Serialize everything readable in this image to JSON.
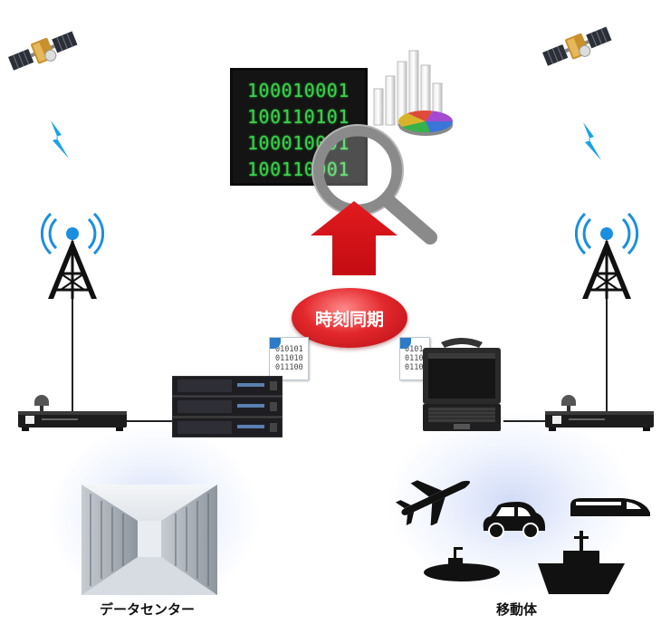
{
  "labels": {
    "time_sync": "時刻同期",
    "data_center": "データセンター",
    "mobile": "移動体"
  },
  "binary_display": {
    "lines": [
      "100010001",
      "100110101",
      "100010001",
      "100110001"
    ]
  },
  "data_documents": {
    "left": [
      "010101",
      "011010",
      "011100"
    ],
    "right": [
      "0101",
      "0110",
      "0110"
    ]
  },
  "colors": {
    "sync_red": "#e3282c",
    "binary_green": "#39d24a",
    "antenna_blue": "#1a8fe0",
    "lightning_cyan": "#1aa3e8"
  }
}
